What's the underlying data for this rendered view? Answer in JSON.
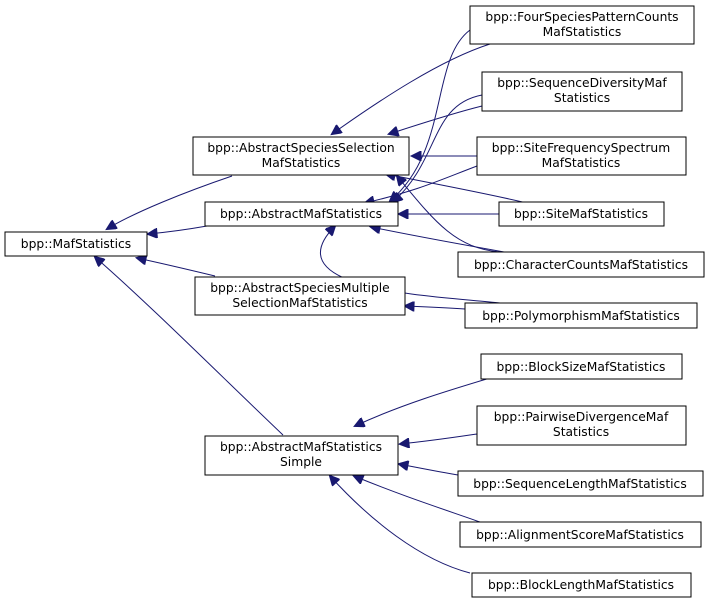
{
  "diagram": {
    "nodes": {
      "maf_statistics": [
        "bpp::MafStatistics"
      ],
      "abstract_species_selection": [
        "bpp::AbstractSpeciesSelection",
        "MafStatistics"
      ],
      "abstract_maf_statistics": [
        "bpp::AbstractMafStatistics"
      ],
      "abstract_species_multiple_selection": [
        "bpp::AbstractSpeciesMultiple",
        "SelectionMafStatistics"
      ],
      "abstract_maf_statistics_simple": [
        "bpp::AbstractMafStatistics",
        "Simple"
      ],
      "four_species_pattern_counts": [
        "bpp::FourSpeciesPatternCounts",
        "MafStatistics"
      ],
      "sequence_diversity": [
        "bpp::SequenceDiversityMaf",
        "Statistics"
      ],
      "site_frequency_spectrum": [
        "bpp::SiteFrequencySpectrum",
        "MafStatistics"
      ],
      "site_maf_statistics": [
        "bpp::SiteMafStatistics"
      ],
      "character_counts": [
        "bpp::CharacterCountsMafStatistics"
      ],
      "polymorphism": [
        "bpp::PolymorphismMafStatistics"
      ],
      "block_size": [
        "bpp::BlockSizeMafStatistics"
      ],
      "pairwise_divergence": [
        "bpp::PairwiseDivergenceMaf",
        "Statistics"
      ],
      "sequence_length": [
        "bpp::SequenceLengthMafStatistics"
      ],
      "alignment_score": [
        "bpp::AlignmentScoreMafStatistics"
      ],
      "block_length": [
        "bpp::BlockLengthMafStatistics"
      ]
    }
  }
}
